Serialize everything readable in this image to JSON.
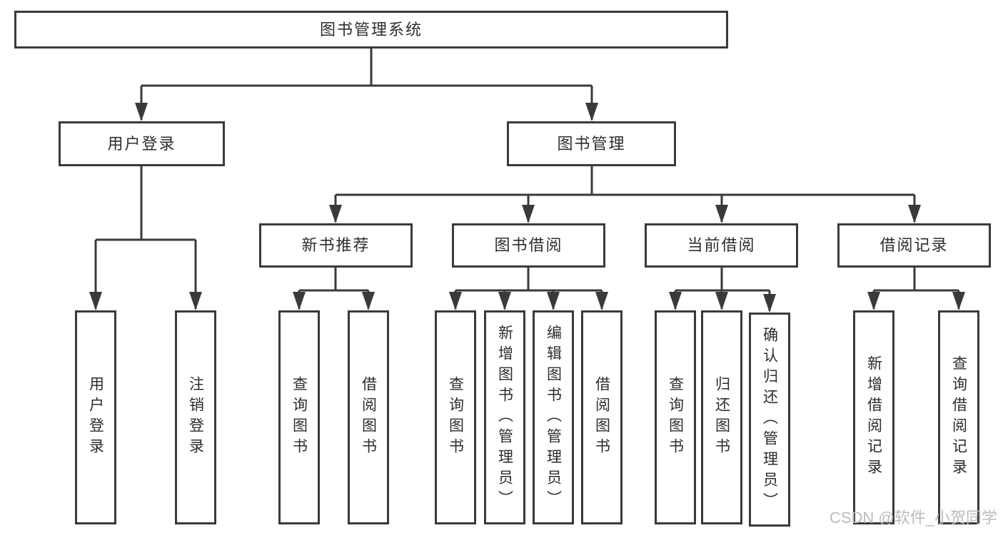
{
  "colors": {
    "background": "#ffffff",
    "border": "#3a3a3a",
    "line": "#3a3a3a",
    "text": "#2d2d2d",
    "watermark": "#b9bcc2"
  },
  "diagram": {
    "root": {
      "label": "图书管理系统"
    },
    "level2": {
      "user_login": {
        "label": "用户登录"
      },
      "book_management": {
        "label": "图书管理"
      }
    },
    "level3": {
      "new_book_recommend": {
        "label": "新书推荐"
      },
      "book_borrow": {
        "label": "图书借阅"
      },
      "current_borrow": {
        "label": "当前借阅"
      },
      "borrow_records": {
        "label": "借阅记录"
      }
    },
    "leaves": {
      "user_login_leaf": {
        "label": "用户登录"
      },
      "logout": {
        "label": "注销登录"
      },
      "rec_query_book": {
        "label": "查询图书"
      },
      "rec_borrow_book": {
        "label": "借阅图书"
      },
      "bb_query_book": {
        "label": "查询图书"
      },
      "bb_add_book": {
        "label": "新增图书（管理员）"
      },
      "bb_edit_book": {
        "label": "编辑图书（管理员）"
      },
      "bb_borrow_book": {
        "label": "借阅图书"
      },
      "cb_query_book": {
        "label": "查询图书"
      },
      "cb_return_book": {
        "label": "归还图书"
      },
      "cb_confirm_return": {
        "label": "确认归还（管理员）"
      },
      "br_add_record": {
        "label": "新增借阅记录"
      },
      "br_query_record": {
        "label": "查询借阅记录"
      }
    },
    "hierarchy": {
      "图书管理系统": [
        "用户登录",
        "图书管理"
      ],
      "用户登录": [
        "用户登录",
        "注销登录"
      ],
      "图书管理": [
        "新书推荐",
        "图书借阅",
        "当前借阅",
        "借阅记录"
      ],
      "新书推荐": [
        "查询图书",
        "借阅图书"
      ],
      "图书借阅": [
        "查询图书",
        "新增图书（管理员）",
        "编辑图书（管理员）",
        "借阅图书"
      ],
      "当前借阅": [
        "查询图书",
        "归还图书",
        "确认归还（管理员）"
      ],
      "借阅记录": [
        "新增借阅记录",
        "查询借阅记录"
      ]
    }
  },
  "watermark": {
    "text": "CSDN @软件_小贺同学"
  }
}
